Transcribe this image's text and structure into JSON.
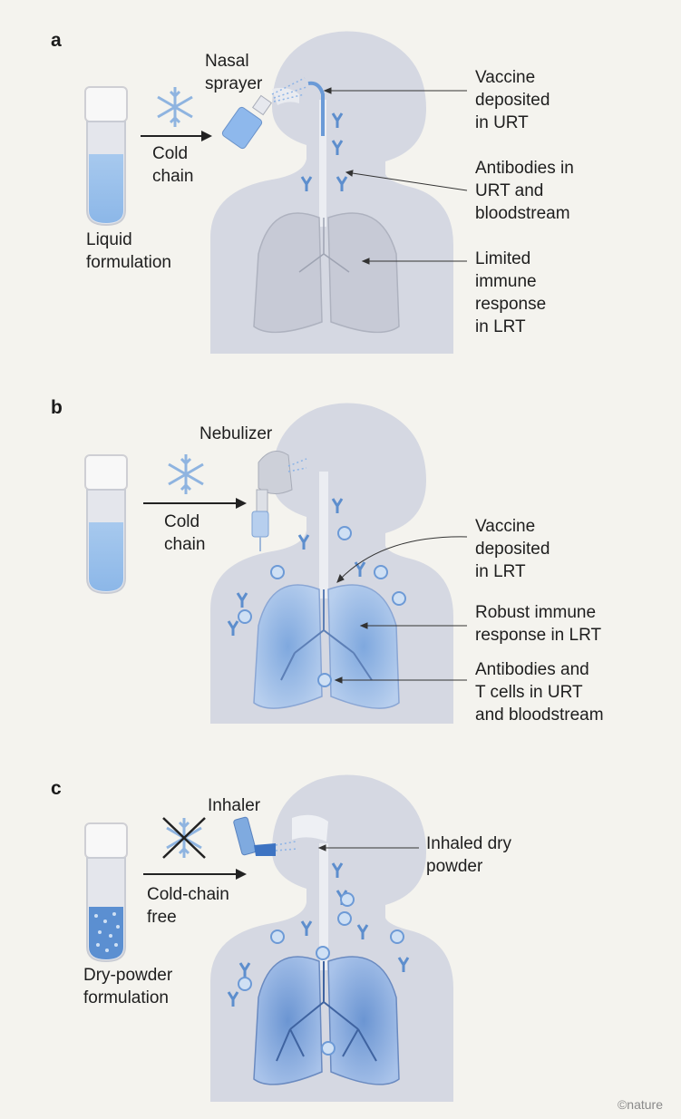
{
  "panels": [
    {
      "letter": "a",
      "device_label": [
        "Nasal",
        "sprayer"
      ],
      "storage_label": [
        "Cold",
        "chain"
      ],
      "formulation_label": [
        "Liquid",
        "formulation"
      ],
      "callouts": [
        [
          "Vaccine",
          "deposited",
          "in URT"
        ],
        [
          "Antibodies in",
          "URT and",
          "bloodstream"
        ],
        [
          "Limited",
          "immune",
          "response",
          "in LRT"
        ]
      ]
    },
    {
      "letter": "b",
      "device_label": [
        "Nebulizer"
      ],
      "storage_label": [
        "Cold",
        "chain"
      ],
      "callouts": [
        [
          "Vaccine",
          "deposited",
          "in LRT"
        ],
        [
          "Robust immune",
          "response in LRT"
        ],
        [
          "Antibodies and",
          "T cells in URT",
          "and bloodstream"
        ]
      ]
    },
    {
      "letter": "c",
      "device_label": [
        "Inhaler"
      ],
      "storage_label": [
        "Cold-chain",
        "free"
      ],
      "formulation_label": [
        "Dry-powder",
        "formulation"
      ],
      "callouts": [
        [
          "Inhaled dry",
          "powder"
        ]
      ]
    }
  ],
  "credit": "©nature",
  "colors": {
    "background": "#f4f3ee",
    "body": "#d3d6e0",
    "accent_blue": "#5b8fd1",
    "light_blue": "#b9d3f0",
    "text": "#1e1e1e"
  },
  "icons": [
    "test-tube-icon",
    "snowflake-icon",
    "arrow-icon",
    "antibody-icon",
    "t-cell-icon",
    "lungs-icon"
  ]
}
